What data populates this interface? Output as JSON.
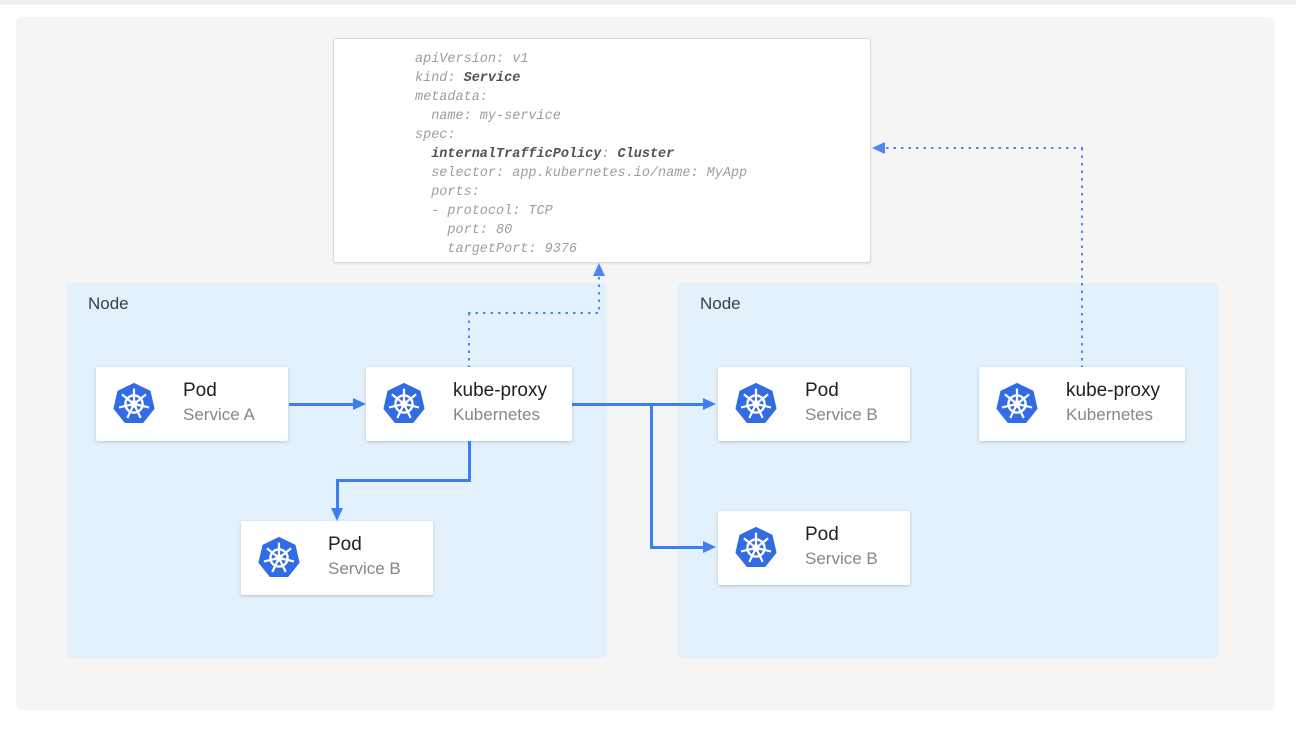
{
  "yaml": {
    "l1": "apiVersion: v1",
    "l2a": "kind: ",
    "l2b": "Service",
    "l3": "metadata:",
    "l4": "  name: my-service",
    "l5": "spec:",
    "l6a": "  ",
    "l6b": "internalTrafficPolicy",
    "l6c": ": ",
    "l6d": "Cluster",
    "l7": "  selector: app.kubernetes.io/name: MyApp",
    "l8": "  ports:",
    "l9": "  - protocol: TCP",
    "l10": "    port: 80",
    "l11": "    targetPort: 9376"
  },
  "nodes": [
    {
      "label": "Node"
    },
    {
      "label": "Node"
    }
  ],
  "cards": [
    {
      "title": "Pod",
      "subtitle": "Service A"
    },
    {
      "title": "kube-proxy",
      "subtitle": "Kubernetes"
    },
    {
      "title": "Pod",
      "subtitle": "Service B"
    },
    {
      "title": "kube-proxy",
      "subtitle": "Kubernetes"
    },
    {
      "title": "Pod",
      "subtitle": "Service B"
    },
    {
      "title": "Pod",
      "subtitle": "Service B"
    }
  ],
  "icons": {
    "kubernetes": "kubernetes-helm-icon"
  },
  "colors": {
    "accent-blue": "#3d7ef0",
    "dot-blue": "#4f84f3",
    "k8s-blue": "#326ce5",
    "node-bg": "#e3f1fc",
    "panel-bg": "#f5f5f6",
    "card-title": "#202124",
    "card-subtitle": "#83888d",
    "yaml-normal": "#9a9ea3",
    "yaml-bold": "#4f5256"
  }
}
